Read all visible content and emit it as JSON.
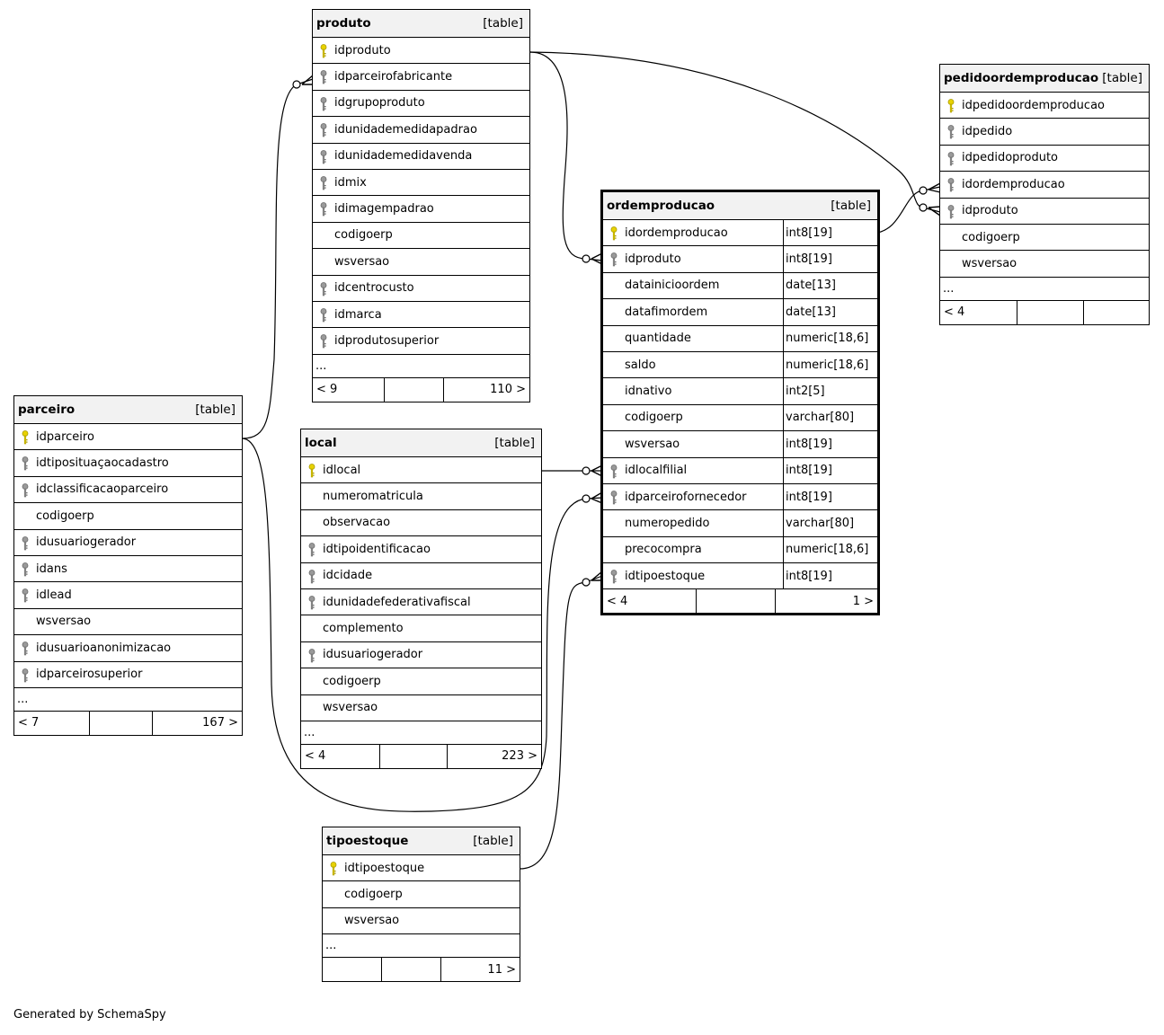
{
  "footer": "Generated by SchemaSpy",
  "tables": {
    "produto": {
      "name": "produto",
      "kind": "[table]",
      "columns": [
        {
          "name": "idproduto",
          "key": "pk"
        },
        {
          "name": "idparceirofabricante",
          "key": "fk"
        },
        {
          "name": "idgrupoproduto",
          "key": "fk"
        },
        {
          "name": "idunidademedidapadrao",
          "key": "fk"
        },
        {
          "name": "idunidademedidavenda",
          "key": "fk"
        },
        {
          "name": "idmix",
          "key": "fk"
        },
        {
          "name": "idimagempadrao",
          "key": "fk"
        },
        {
          "name": "codigoerp",
          "key": ""
        },
        {
          "name": "wsversao",
          "key": ""
        },
        {
          "name": "idcentrocusto",
          "key": "fk"
        },
        {
          "name": "idmarca",
          "key": "fk"
        },
        {
          "name": "idprodutosuperior",
          "key": "fk"
        }
      ],
      "ellipsis": "...",
      "footer": {
        "left": "< 9",
        "mid": "",
        "right": "110 >"
      }
    },
    "parceiro": {
      "name": "parceiro",
      "kind": "[table]",
      "columns": [
        {
          "name": "idparceiro",
          "key": "pk"
        },
        {
          "name": "idtiposituaçaocadastro",
          "key": "fk"
        },
        {
          "name": "idclassificacaoparceiro",
          "key": "fk"
        },
        {
          "name": "codigoerp",
          "key": ""
        },
        {
          "name": "idusuariogerador",
          "key": "fk"
        },
        {
          "name": "idans",
          "key": "fk"
        },
        {
          "name": "idlead",
          "key": "fk"
        },
        {
          "name": "wsversao",
          "key": ""
        },
        {
          "name": "idusuarioanonimizacao",
          "key": "fk"
        },
        {
          "name": "idparceirosuperior",
          "key": "fk"
        }
      ],
      "ellipsis": "...",
      "footer": {
        "left": "< 7",
        "mid": "",
        "right": "167 >"
      }
    },
    "local": {
      "name": "local",
      "kind": "[table]",
      "columns": [
        {
          "name": "idlocal",
          "key": "pk"
        },
        {
          "name": "numeromatricula",
          "key": ""
        },
        {
          "name": "observacao",
          "key": ""
        },
        {
          "name": "idtipoidentificacao",
          "key": "fk"
        },
        {
          "name": "idcidade",
          "key": "fk"
        },
        {
          "name": "idunidadefederativafiscal",
          "key": "fk"
        },
        {
          "name": "complemento",
          "key": ""
        },
        {
          "name": "idusuariogerador",
          "key": "fk"
        },
        {
          "name": "codigoerp",
          "key": ""
        },
        {
          "name": "wsversao",
          "key": ""
        }
      ],
      "ellipsis": "...",
      "footer": {
        "left": "< 4",
        "mid": "",
        "right": "223 >"
      }
    },
    "tipoestoque": {
      "name": "tipoestoque",
      "kind": "[table]",
      "columns": [
        {
          "name": "idtipoestoque",
          "key": "pk"
        },
        {
          "name": "codigoerp",
          "key": ""
        },
        {
          "name": "wsversao",
          "key": ""
        }
      ],
      "ellipsis": "...",
      "footer": {
        "left": "",
        "mid": "",
        "right": "11 >"
      }
    },
    "ordemproducao": {
      "name": "ordemproducao",
      "kind": "[table]",
      "columns": [
        {
          "name": "idordemproducao",
          "type": "int8[19]",
          "key": "pk"
        },
        {
          "name": "idproduto",
          "type": "int8[19]",
          "key": "fk"
        },
        {
          "name": "datainicioordem",
          "type": "date[13]",
          "key": ""
        },
        {
          "name": "datafimordem",
          "type": "date[13]",
          "key": ""
        },
        {
          "name": "quantidade",
          "type": "numeric[18,6]",
          "key": ""
        },
        {
          "name": "saldo",
          "type": "numeric[18,6]",
          "key": ""
        },
        {
          "name": "idnativo",
          "type": "int2[5]",
          "key": ""
        },
        {
          "name": "codigoerp",
          "type": "varchar[80]",
          "key": ""
        },
        {
          "name": "wsversao",
          "type": "int8[19]",
          "key": ""
        },
        {
          "name": "idlocalfilial",
          "type": "int8[19]",
          "key": "fk"
        },
        {
          "name": "idparceirofornecedor",
          "type": "int8[19]",
          "key": "fk"
        },
        {
          "name": "numeropedido",
          "type": "varchar[80]",
          "key": ""
        },
        {
          "name": "precocompra",
          "type": "numeric[18,6]",
          "key": ""
        },
        {
          "name": "idtipoestoque",
          "type": "int8[19]",
          "key": "fk"
        }
      ],
      "footer": {
        "left": "< 4",
        "mid": "",
        "right": "1 >"
      }
    },
    "pedidoordemproducao": {
      "name": "pedidoordemproducao",
      "kind": "[table]",
      "columns": [
        {
          "name": "idpedidoordemproducao",
          "key": "pk"
        },
        {
          "name": "idpedido",
          "key": "fk"
        },
        {
          "name": "idpedidoproduto",
          "key": "fk"
        },
        {
          "name": "idordemproducao",
          "key": "fk"
        },
        {
          "name": "idproduto",
          "key": "fk"
        },
        {
          "name": "codigoerp",
          "key": ""
        },
        {
          "name": "wsversao",
          "key": ""
        }
      ],
      "ellipsis": "...",
      "footer": {
        "left": "< 4",
        "mid": "",
        "right": ""
      }
    }
  }
}
